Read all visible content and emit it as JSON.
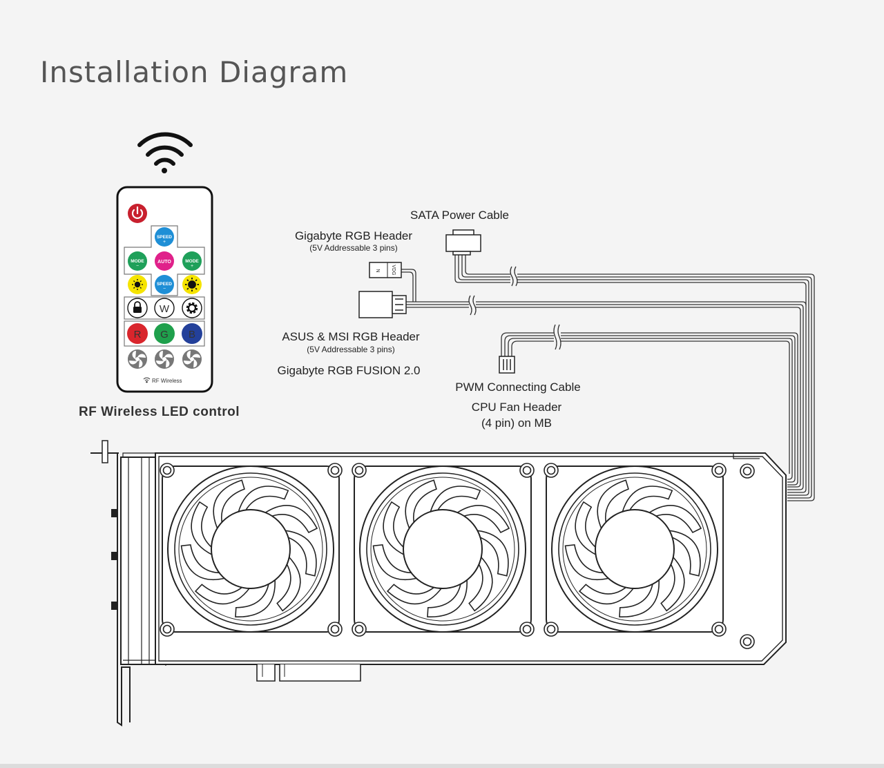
{
  "title": "Installation Diagram",
  "remote": {
    "caption": "RF Wireless LED control",
    "brand": "RF Wireless",
    "buttons": {
      "speed_up": "SPEED",
      "mode_left": "MODE",
      "auto": "AUTO",
      "mode_right": "MODE",
      "speed_down": "SPEED",
      "white": "W",
      "red": "R",
      "green": "G",
      "blue": "B"
    },
    "colors": {
      "power": "#c8202e",
      "speed": "#1f8fd6",
      "mode": "#1fa05a",
      "auto": "#e0218a",
      "bright": "#f5e400",
      "red": "#d9252c",
      "green": "#1fa04c",
      "blue": "#23409a",
      "fan": "#777777"
    }
  },
  "labels": {
    "sata": "SATA Power Cable",
    "gigabyte_header": "Gigabyte RGB Header",
    "gigabyte_sub": "(5V Addressable 3 pins)",
    "asus_header": "ASUS & MSI RGB Header",
    "asus_sub": "(5V Addressable 3 pins)",
    "fusion": "Gigabyte RGB FUSION 2.0",
    "pwm": "PWM Connecting Cable",
    "cpu_fan_1": "CPU Fan Header",
    "cpu_fan_2": "(4 pin) on MB",
    "connector_n": "N",
    "connector_vdg": "VDG"
  }
}
